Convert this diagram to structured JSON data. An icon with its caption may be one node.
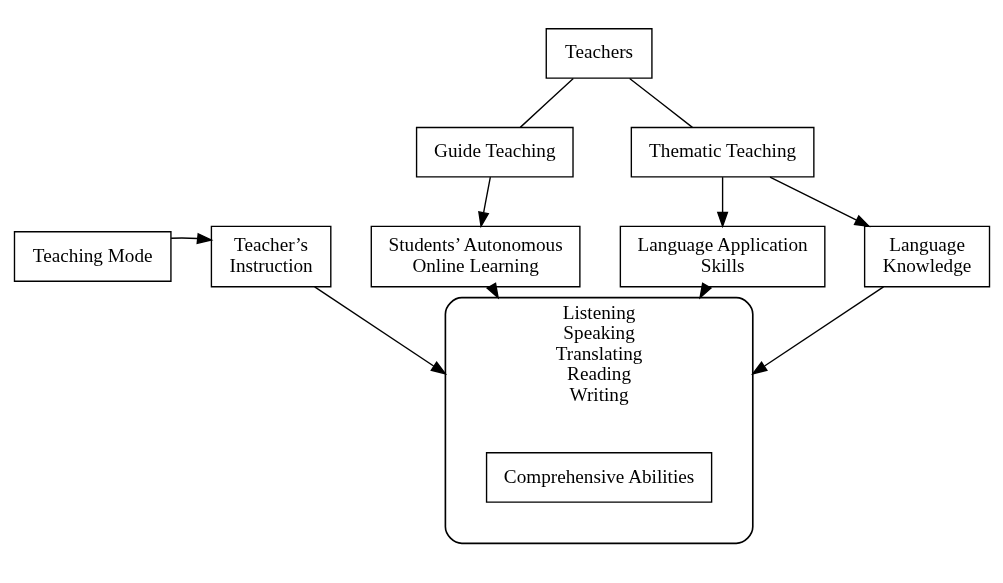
{
  "diagram": {
    "nodes": [
      {
        "text": [
          "Teachers"
        ]
      },
      {
        "text": [
          "Guide Teaching"
        ]
      },
      {
        "text": [
          "Thematic Teaching"
        ]
      },
      {
        "text": [
          "Teaching Mode"
        ]
      },
      {
        "text": [
          "Teacher’s Instruction"
        ]
      },
      {
        "text": [
          "Students’ Autonomous Online Learning"
        ]
      },
      {
        "text": [
          "Language Application Skills"
        ]
      },
      {
        "text": [
          "Language Knowledge"
        ]
      },
      {
        "text": [
          "Listening",
          "Speaking",
          "Translating",
          "Reading",
          "Writing"
        ]
      },
      {
        "text": [
          "Comprehensive Abilities"
        ],
        "in": 8
      }
    ],
    "edges": [
      {
        "from": 0,
        "to": 1,
        "arrow": "none"
      },
      {
        "from": 0,
        "to": 2,
        "arrow": "none"
      },
      {
        "from": 1,
        "to": 5,
        "arrow": "to"
      },
      {
        "from": 2,
        "to": 6,
        "arrow": "to"
      },
      {
        "from": 2,
        "to": 7,
        "arrow": "to"
      },
      {
        "from": 3,
        "to": 4,
        "arrow": "to"
      },
      {
        "from": 4,
        "to": 8,
        "arrow": "to"
      },
      {
        "from": 5,
        "to": 8,
        "arrow": "to"
      },
      {
        "from": 6,
        "to": 8,
        "arrow": "to"
      },
      {
        "from": 7,
        "to": 8,
        "arrow": "to"
      }
    ]
  }
}
